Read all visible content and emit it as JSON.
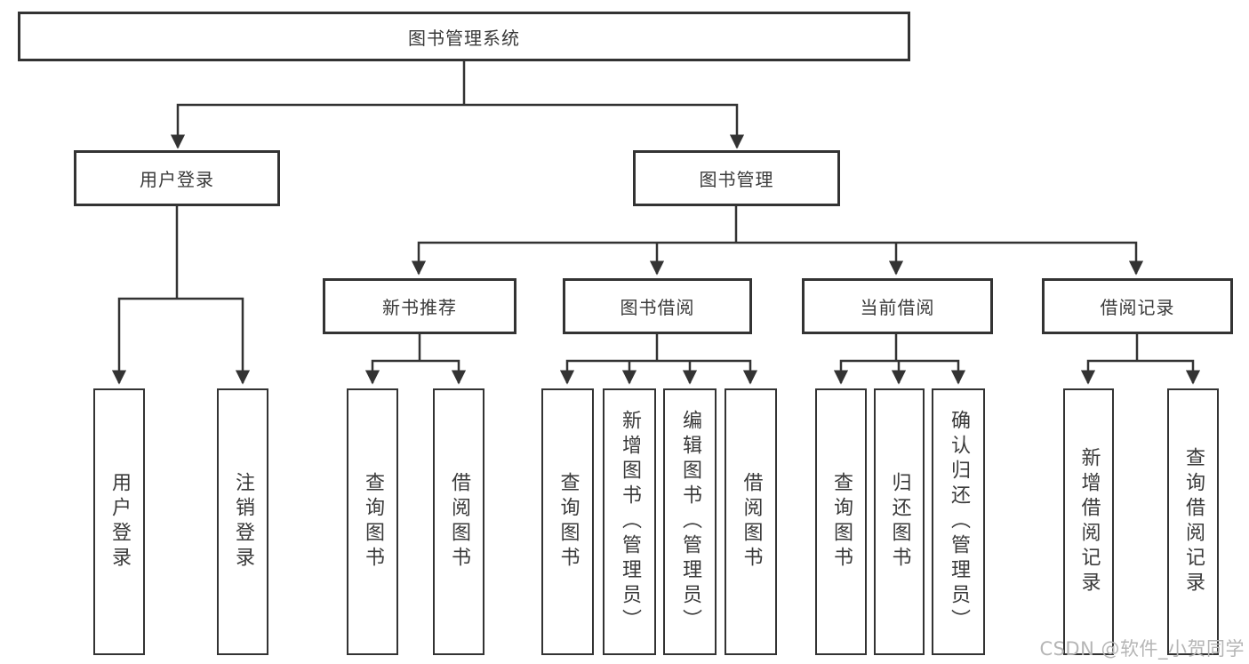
{
  "diagram": {
    "title": "图书管理系统",
    "level2": [
      "用户登录",
      "图书管理"
    ],
    "level3": [
      "新书推荐",
      "图书借阅",
      "当前借阅",
      "借阅记录"
    ],
    "leaves": {
      "user_login": [
        "用户登录",
        "注销登录"
      ],
      "new_book": [
        "查询图书",
        "借阅图书"
      ],
      "book_borrow": [
        "查询图书",
        "新增图书（管理员）",
        "编辑图书（管理员）",
        "借阅图书"
      ],
      "current_borrow": [
        "查询图书",
        "归还图书",
        "确认归还（管理员）"
      ],
      "borrow_record": [
        "新增借阅记录",
        "查询借阅记录"
      ]
    },
    "watermark": "CSDN @软件_小贺同学",
    "colors": {
      "border": "#333333",
      "line": "#333333",
      "text": "#3a3a3a",
      "watermark": "#b5b5b5",
      "background": "#ffffff"
    }
  }
}
